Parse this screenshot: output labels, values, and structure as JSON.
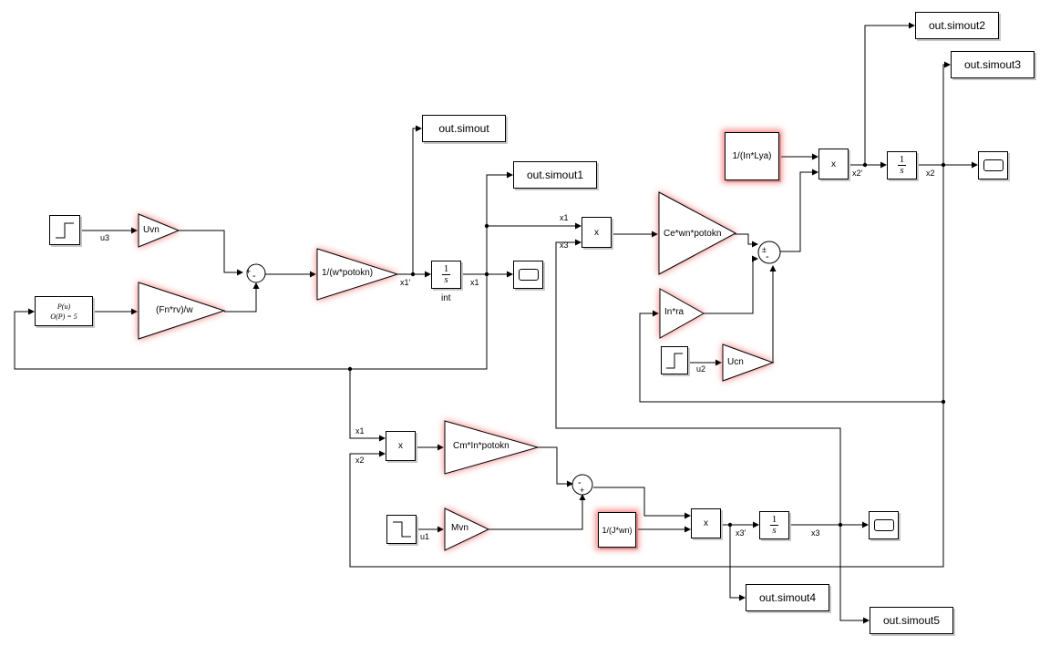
{
  "gains": {
    "uvn": "Uvn",
    "fn_rv_w": "(Fn*rv)/w",
    "w_potokn": "1/(w*potokn)",
    "ce_wn_potokn": "Ce*wn*potokn",
    "in_ra": "In*ra",
    "ucn": "Ucn",
    "cm_in_potokn": "Cm*In*potokn",
    "mvn": "Mvn"
  },
  "constants": {
    "in_lya": "1/(In*Lya)",
    "j_wn": "1/(J*wn)"
  },
  "integrator": {
    "num": "1",
    "den": "s",
    "name_int": "int"
  },
  "product_label": "x",
  "fcn": {
    "line1": "P(u)",
    "line2": "O(P) = 5"
  },
  "outputs": {
    "simout": "out.simout",
    "simout1": "out.simout1",
    "simout2": "out.simout2",
    "simout3": "out.simout3",
    "simout4": "out.simout4",
    "simout5": "out.simout5"
  },
  "signals": {
    "u3": "u3",
    "u2": "u2",
    "u1": "u1",
    "x1p": "x1'",
    "x1": "x1",
    "x1_in": "x1",
    "x3_in": "x3",
    "x2p": "x2'",
    "x2": "x2",
    "x1_b": "x1",
    "x2_b": "x2",
    "x3p": "x3'",
    "x3": "x3"
  },
  "sum_signs": {
    "s1_plus": "+",
    "s1_minus": "-",
    "s2_plus": "+",
    "s2_minus": "-",
    "s2_pm": "±",
    "s3_minus": "-",
    "s3_plus": "+"
  }
}
